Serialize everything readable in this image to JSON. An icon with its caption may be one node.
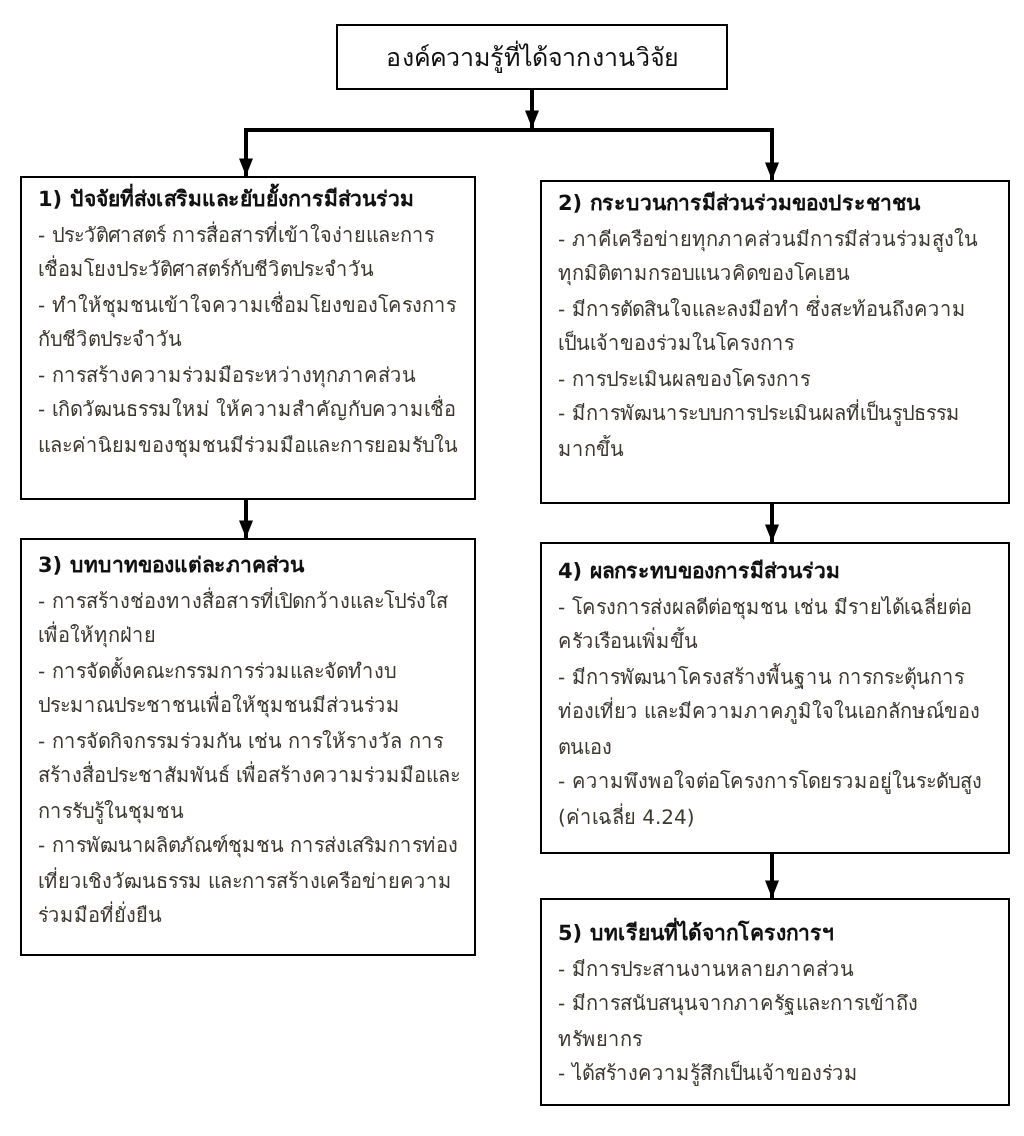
{
  "diagram": {
    "nodes": [
      {
        "text": [
          "องค์ความรู้ที่ได้จากงานวิจัย"
        ]
      },
      {
        "text": [
          "1) ปัจจัยที่ส่งเสริมและยับยั้งการมีส่วนร่วม",
          "- ประวัติศาสตร์ การสื่อสารที่เข้าใจง่ายและการเชื่อมโยงประวัติศาสตร์กับชีวิตประจำวัน",
          "- ทำให้ชุมชนเข้าใจความเชื่อมโยงของโครงการกับชีวิตประจำวัน",
          "- การสร้างความร่วมมือระหว่างทุกภาคส่วน",
          "- เกิดวัฒนธรรมใหม่ ให้ความสำคัญกับความเชื่อและค่านิยมของชุมชนมีร่วมมือและการยอมรับใน"
        ]
      },
      {
        "text": [
          "2) กระบวนการมีส่วนร่วมของประชาชน",
          "- ภาคีเครือข่ายทุกภาคส่วนมีการมีส่วนร่วมสูงในทุกมิติตามกรอบแนวคิดของโคเฮน",
          "- มีการตัดสินใจและลงมือทำ ซึ่งสะท้อนถึงความเป็นเจ้าของร่วมในโครงการ",
          "- การประเมินผลของโครงการ",
          "- มีการพัฒนาระบบการประเมินผลที่เป็นรูปธรรมมากขึ้น"
        ]
      },
      {
        "text": [
          "3) บทบาทของแต่ละภาคส่วน",
          "- การสร้างช่องทางสื่อสารที่เปิดกว้างและโปร่งใสเพื่อให้ทุกฝ่าย",
          "- การจัดตั้งคณะกรรมการร่วมและจัดทำงบประมาณประชาชนเพื่อให้ชุมชนมีส่วนร่วม",
          "- การจัดกิจกรรมร่วมกัน เช่น การให้รางวัล การสร้างสื่อประชาสัมพันธ์ เพื่อสร้างความร่วมมือและการรับรู้ในชุมชน",
          "- การพัฒนาผลิตภัณฑ์ชุมชน การส่งเสริมการท่องเที่ยวเชิงวัฒนธรรม และการสร้างเครือข่ายความร่วมมือที่ยั่งยืน"
        ]
      },
      {
        "text": [
          "4) ผลกระทบของการมีส่วนร่วม",
          "- โครงการส่งผลดีต่อชุมชน เช่น มีรายได้เฉลี่ยต่อครัวเรือนเพิ่มขึ้น",
          "- มีการพัฒนาโครงสร้างพื้นฐาน การกระตุ้นการท่องเที่ยว และมีความภาคภูมิใจในเอกลักษณ์ของตนเอง",
          "- ความพึงพอใจต่อโครงการโดยรวมอยู่ในระดับสูง (ค่าเฉลี่ย 4.24)"
        ]
      },
      {
        "text": [
          "5) บทเรียนที่ได้จากโครงการฯ",
          "- มีการประสานงานหลายภาคส่วน",
          "- มีการสนับสนุนจากภาครัฐและการเข้าถึงทรัพยากร",
          "- ได้สร้างความรู้สึกเป็นเจ้าของร่วม"
        ]
      }
    ],
    "edges": [
      {
        "from": 0,
        "to": 1,
        "arrow": "to"
      },
      {
        "from": 0,
        "to": 2,
        "arrow": "to"
      },
      {
        "from": 1,
        "to": 3,
        "arrow": "to"
      },
      {
        "from": 2,
        "to": 4,
        "arrow": "to"
      },
      {
        "from": 4,
        "to": 5,
        "arrow": "to"
      }
    ]
  }
}
